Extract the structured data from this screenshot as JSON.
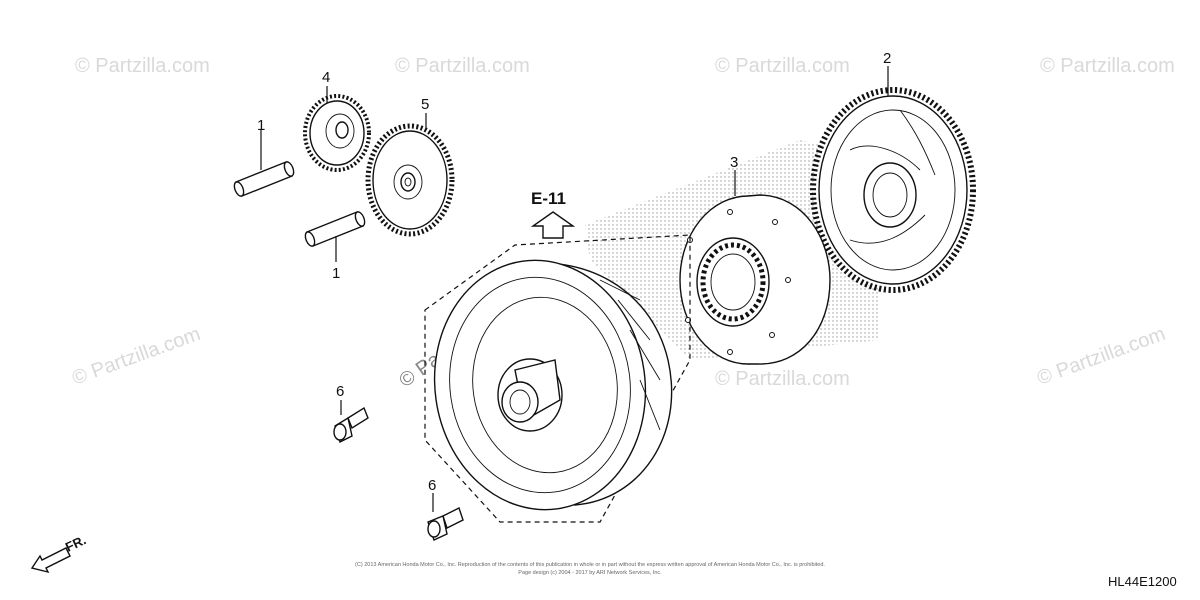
{
  "watermark": "© Partzilla.com",
  "diagram": {
    "callouts": {
      "pin_top": "1",
      "pin_bottom": "1",
      "gear_reduction": "2",
      "one_way_clutch": "3",
      "idle_gear_small": "4",
      "idle_gear_large": "5",
      "bolt_upper": "6",
      "bolt_lower": "6"
    },
    "reference": "E-11",
    "front_marker": "FR.",
    "drawing_code": "HL44E1200"
  },
  "footer": {
    "line1": "(C) 2013 American Honda Motor Co., Inc. Reproduction of the contents of this publication in whole or in part without the express written approval of American Honda Motor Co., Inc. is prohibited.",
    "line2": "Page design (c) 2004 - 2017 by ARI Network Services, Inc."
  },
  "colors": {
    "line": "#111111",
    "watermark": "#d9d9d9",
    "background": "#ffffff"
  }
}
